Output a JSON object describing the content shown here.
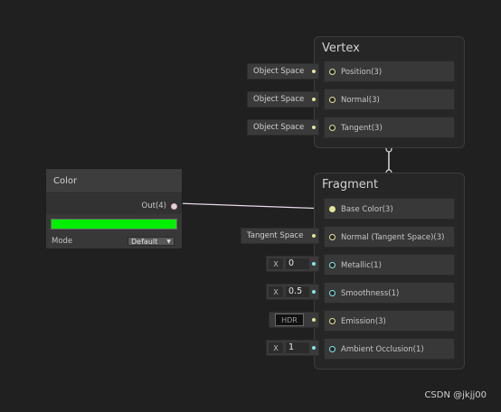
{
  "vertex": {
    "title": "Vertex",
    "slots": [
      {
        "label": "Position(3)",
        "default": "Object Space"
      },
      {
        "label": "Normal(3)",
        "default": "Object Space"
      },
      {
        "label": "Tangent(3)",
        "default": "Object Space"
      }
    ]
  },
  "fragment": {
    "title": "Fragment",
    "slots": [
      {
        "label": "Base Color(3)"
      },
      {
        "label": "Normal (Tangent Space)(3)",
        "default": "Tangent Space"
      },
      {
        "label": "Metallic(1)",
        "axis": "X",
        "value": "0"
      },
      {
        "label": "Smoothness(1)",
        "axis": "X",
        "value": "0.5"
      },
      {
        "label": "Emission(3)",
        "hdr": "HDR"
      },
      {
        "label": "Ambient Occlusion(1)",
        "axis": "X",
        "value": "1"
      }
    ]
  },
  "color_node": {
    "title": "Color",
    "output_label": "Out(4)",
    "color_value": "#00ee00",
    "mode_label": "Mode",
    "mode_value": "Default"
  },
  "watermark": "CSDN @jkjj00",
  "colors": {
    "background": "#202020",
    "vector3_port": "#e6e39a",
    "vector1_port": "#84e4e7",
    "vector4_port": "#e6a6c4"
  }
}
